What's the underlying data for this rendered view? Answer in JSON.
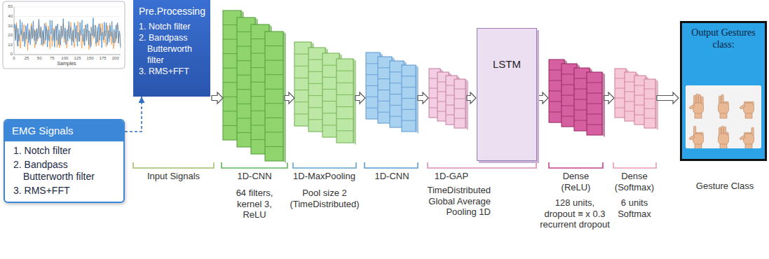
{
  "diagram": {
    "nodes": [
      {
        "text": [
          "EMG Signals",
          "1. Notch filter",
          "2. Bandpass Butterworth filter",
          "3. RMS+FFT"
        ]
      },
      {
        "text": [
          "Pre.Processing",
          "1. Notch filter",
          "2. Bandpass Butterworth filter",
          "3. RMS+FFT"
        ]
      },
      {
        "text": [
          "LSTM"
        ]
      },
      {
        "text": [
          "Output Gestures class:"
        ]
      }
    ],
    "edges": [
      {
        "from": 0,
        "to": 1,
        "arrow": "to"
      }
    ],
    "labels": [
      "Samples",
      "0",
      "25",
      "50",
      "75",
      "100",
      "125",
      "150",
      "175",
      "200",
      "0",
      "10",
      "20",
      "30",
      "40",
      "50",
      "Input Signals",
      "1D-CNN",
      "64 filters, kernel 3, ReLU",
      "1D-MaxPooling",
      "Pool size 2 (TimeDistributed)",
      "1D-CNN",
      "1D-GAP",
      "TimeDistributed Global Average Pooling 1D",
      "Dense (ReLU)",
      "128 units, dropout ≡ x 0.3 recurrent dropout",
      "Dense (Softmax)",
      "6 units Softmax",
      "Gesture Class"
    ]
  }
}
